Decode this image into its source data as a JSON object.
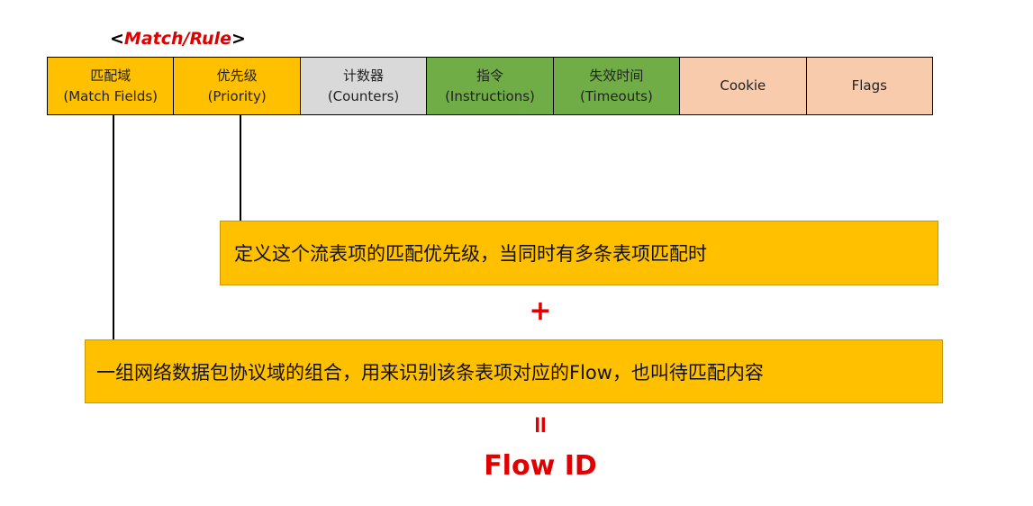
{
  "header": {
    "open_bracket": "<",
    "match_rule": "Match/Rule",
    "close_bracket": ">"
  },
  "fields": [
    {
      "cn": "匹配域",
      "en": "(Match Fields)",
      "color": "#ffc000"
    },
    {
      "cn": "优先级",
      "en": "(Priority)",
      "color": "#ffc000"
    },
    {
      "cn": "计数器",
      "en": "(Counters)",
      "color": "#d9d9d9"
    },
    {
      "cn": "指令",
      "en": "(Instructions)",
      "color": "#70ad47"
    },
    {
      "cn": "失效时间",
      "en": "(Timeouts)",
      "color": "#70ad47"
    },
    {
      "cn": "Cookie",
      "en": "",
      "color": "#f8cbad"
    },
    {
      "cn": "Flags",
      "en": "",
      "color": "#f8cbad"
    }
  ],
  "priority_note": "定义这个流表项的匹配优先级，当同时有多条表项匹配时",
  "plus_sign": "+",
  "match_note": "一组网络数据包协议域的组合，用来识别该条表项对应的Flow，也叫待匹配内容",
  "equals_sign": "II",
  "result": "Flow ID"
}
